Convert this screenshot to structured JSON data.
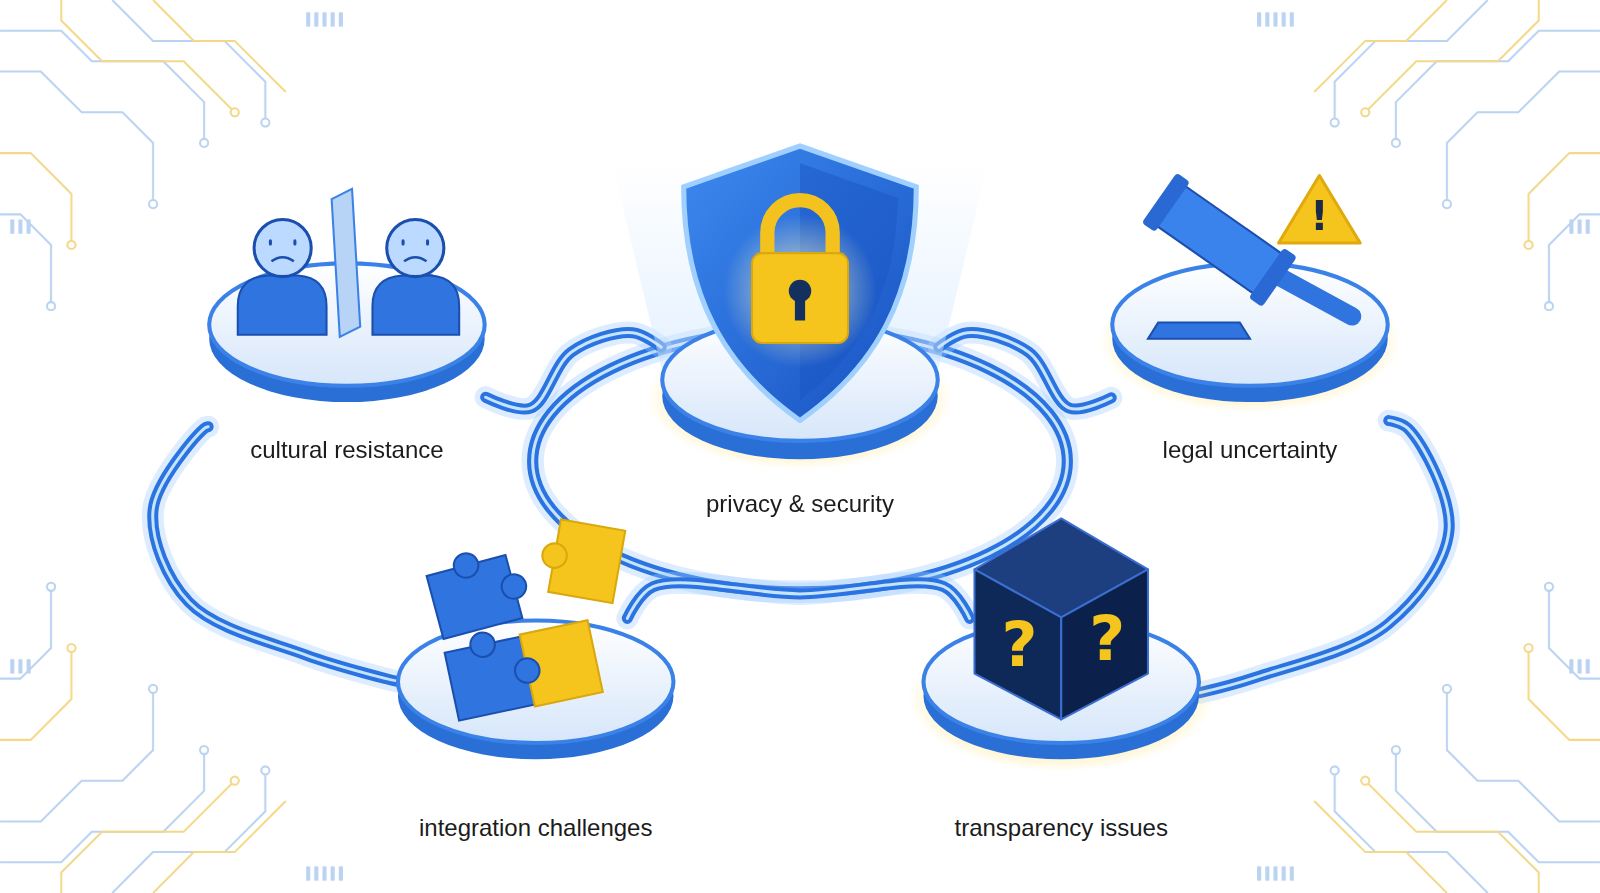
{
  "diagram": {
    "nodes": [
      {
        "text": [
          "cultural resistance"
        ]
      },
      {
        "text": [
          "privacy & security"
        ]
      },
      {
        "text": [
          "legal uncertainty"
        ]
      },
      {
        "text": [
          "integration challenges"
        ]
      },
      {
        "text": [
          "transparency issues"
        ]
      }
    ],
    "edges": [
      {
        "from": 0,
        "to": 1,
        "arrow": "none"
      },
      {
        "from": 1,
        "to": 2,
        "arrow": "none"
      },
      {
        "from": 0,
        "to": 3,
        "arrow": "none"
      },
      {
        "from": 3,
        "to": 4,
        "arrow": "none"
      },
      {
        "from": 2,
        "to": 4,
        "arrow": "none"
      }
    ],
    "labels": [
      "?",
      "?",
      "!"
    ]
  }
}
